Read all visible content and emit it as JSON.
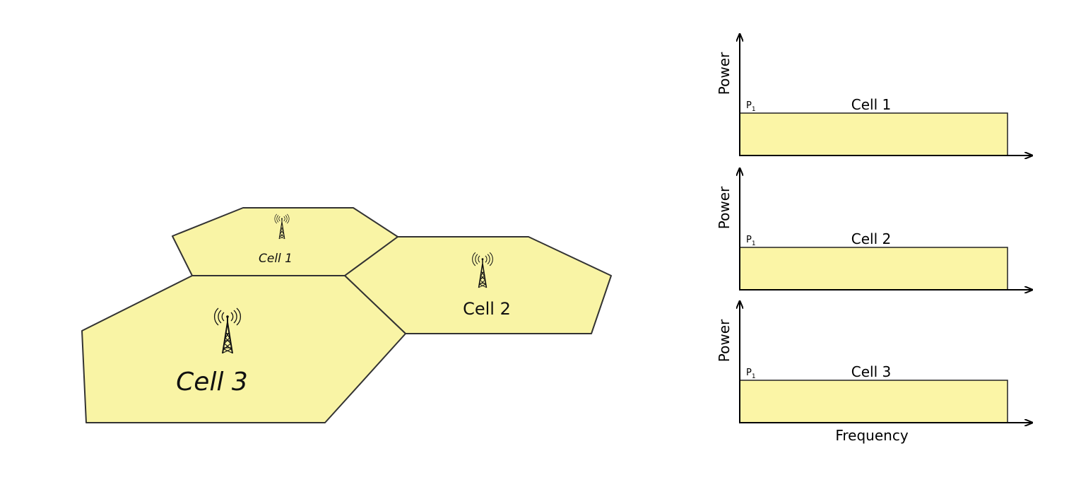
{
  "colors": {
    "cell_fill": "#f9f4a5",
    "cell_stroke": "#333333",
    "bar_fill": "#fbf5a6",
    "axis": "#000000"
  },
  "network": {
    "cells": [
      {
        "label": "Cell 1",
        "icon": "antenna-tower-icon"
      },
      {
        "label": "Cell 2",
        "icon": "antenna-tower-icon"
      },
      {
        "label": "Cell 3",
        "icon": "antenna-tower-icon"
      }
    ]
  },
  "spectrum": {
    "ylabel": "Power",
    "xlabel": "Frequency",
    "power_level_label": "P",
    "power_level_subscript": "1",
    "panels": [
      {
        "title": "Cell 1"
      },
      {
        "title": "Cell 2"
      },
      {
        "title": "Cell 3"
      }
    ]
  }
}
